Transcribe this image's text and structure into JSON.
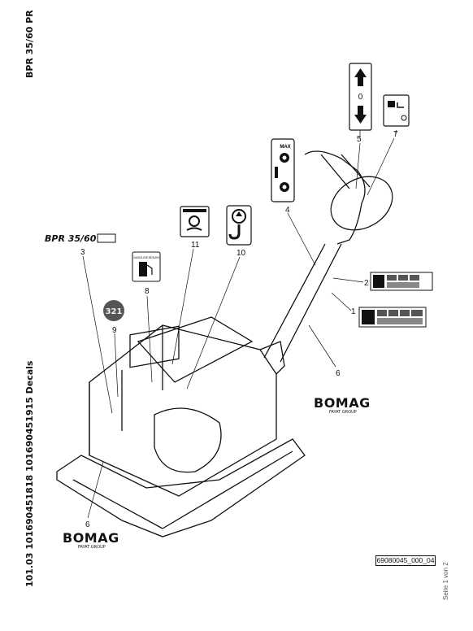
{
  "side_title": "BPR 35/60 PR",
  "side_codes": "101.03 101690451818 101690451915 Decals",
  "page_number": "Seite 1 von 2",
  "reference_code": "69080045_000_04",
  "callouts": [
    "1",
    "2",
    "3",
    "4",
    "5",
    "6",
    "6",
    "7",
    "8",
    "9",
    "10",
    "11"
  ],
  "brand_top": {
    "name": "BOMAG",
    "sub": "FAYAT GROUP"
  },
  "brand_bottom": {
    "name": "BOMAG",
    "sub": "FAYAT GROUP"
  },
  "decals": {
    "model_logo": "BPR 35/60",
    "fuel_label": "GASOLINE BENZIN",
    "direction_digit": "0",
    "max_label": "MAX",
    "badge_text": "321"
  }
}
